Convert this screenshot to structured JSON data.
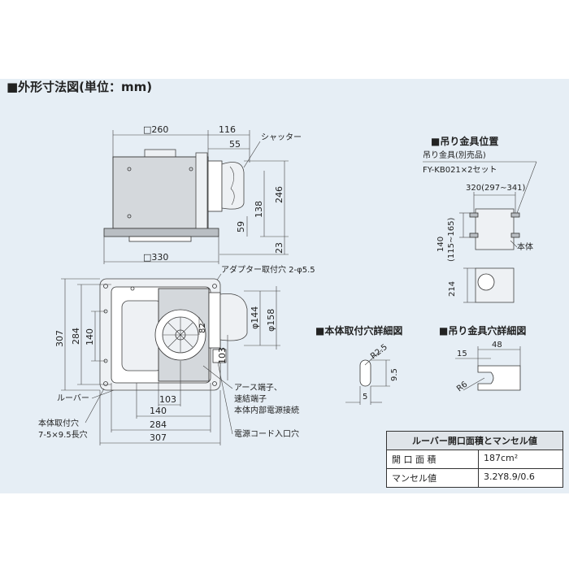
{
  "title": "■外形寸法図(単位：mm)",
  "front_view": {
    "dims": {
      "top_260": "□260",
      "d116": "116",
      "d55": "55",
      "shutter": "シャッター",
      "d246": "246",
      "d138": "138",
      "d59": "59",
      "d23": "23",
      "d330": "□330",
      "adapter": "アダプター取付穴 2-φ5.5"
    }
  },
  "plan_view": {
    "dims": {
      "d307v": "307",
      "d284v": "284",
      "d140v": "140",
      "d82": "82",
      "d144": "φ144",
      "d158": "φ158",
      "d103v": "103",
      "d103h": "103",
      "d140h": "140",
      "d284h": "284",
      "d307h": "307"
    },
    "labels": {
      "louver": "ルーバー",
      "mount_hole_1": "本体取付穴",
      "mount_hole_2": "7-5×9.5長穴",
      "earth_1": "アース端子、",
      "earth_2": "速結端子",
      "earth_3": "本体内部電源接続",
      "cord": "電源コード入口穴"
    }
  },
  "hanger_position": {
    "title": "■吊り金具位置",
    "part_label": "吊り金具(別売品)",
    "part_number": "FY-KB021×2セット",
    "d320": "320(297∼341)",
    "d140": "140",
    "d140_range": "(115∼165)",
    "body": "本体",
    "d214": "214"
  },
  "mount_hole_detail": {
    "title": "■本体取付穴詳細図",
    "r25": "R2.5",
    "d95": "9.5",
    "d5": "5"
  },
  "hanger_hole_detail": {
    "title": "■吊り金具穴詳細図",
    "d48": "48",
    "d15": "15",
    "r6": "R6"
  },
  "spec_table": {
    "title": "ルーバー開口面積とマンセル値",
    "rows": [
      {
        "label": "開 口 面 積",
        "value": "187cm²"
      },
      {
        "label": "マンセル値",
        "value": "3.2Y8.9/0.6"
      }
    ]
  }
}
